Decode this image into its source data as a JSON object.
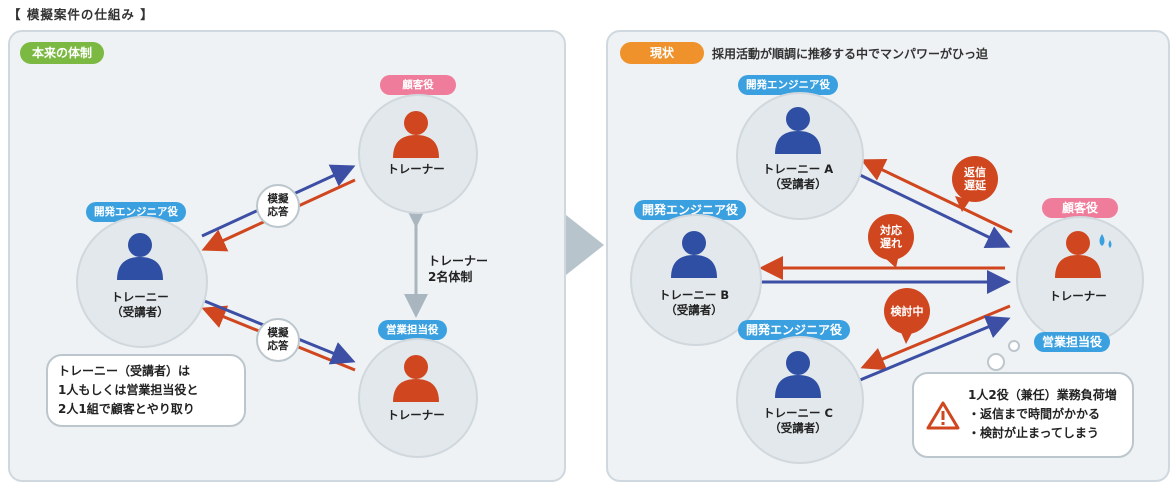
{
  "page_title": "【 模擬案件の仕組み 】",
  "left_panel": {
    "header": "本来の体制",
    "header_color": "#7cb942",
    "client_role": "顧客役",
    "trainer_top": "トレーナー",
    "dev_role": "開発エンジニア役",
    "trainee_name": "トレーニー",
    "trainee_sub": "（受講者）",
    "sales_role": "営業担当役",
    "trainer_bottom": "トレーナー",
    "mock_qa_top_1": "模擬",
    "mock_qa_top_2": "応答",
    "mock_qa_bottom_1": "模擬",
    "mock_qa_bottom_2": "応答",
    "two_trainer_1": "トレーナー",
    "two_trainer_2": "2名体制",
    "note_lines": [
      "トレーニー（受講者）は",
      "1人もしくは営業担当役と",
      "2人1組で顧客とやり取り"
    ]
  },
  "right_panel": {
    "header": "現状",
    "header_color": "#f0922b",
    "header_text": "採用活動が順調に推移する中でマンパワーがひっ迫",
    "dev_role_a": "開発エンジニア役",
    "trainee_a": "トレーニー A",
    "trainee_a_sub": "（受講者）",
    "dev_role_b": "開発エンジニア役",
    "trainee_b": "トレーニー B",
    "trainee_b_sub": "（受講者）",
    "dev_role_c": "開発エンジニア役",
    "trainee_c": "トレーニー C",
    "trainee_c_sub": "（受講者）",
    "client_role": "顧客役",
    "trainer": "トレーナー",
    "sales_role": "営業担当役",
    "delay_reply_1": "返信",
    "delay_reply_2": "遅延",
    "late_response_1": "対応",
    "late_response_2": "遅れ",
    "reviewing": "検討中",
    "warning_lines": [
      "1人2役（兼任）業務負荷増",
      "・返信まで時間がかかる",
      "・検討が止まってしまう"
    ]
  },
  "colors": {
    "trainee_blue": "#2e4fa3",
    "trainer_red": "#d0461e",
    "arrow_blue": "#3d4fa5",
    "arrow_red": "#d0461e",
    "pill_blue": "#3aa0e0",
    "pill_pink": "#ef7c9a"
  }
}
